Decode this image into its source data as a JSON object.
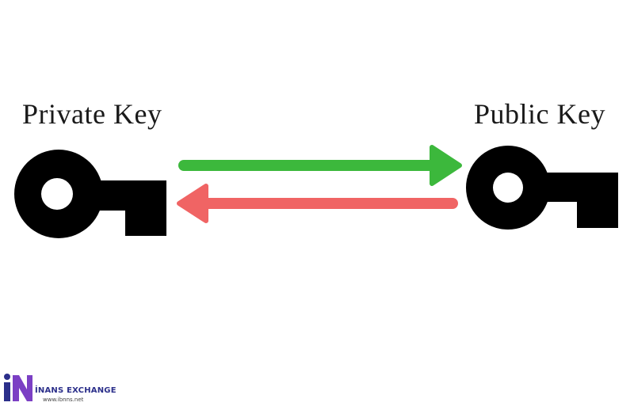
{
  "left_label": "Private Key",
  "right_label": "Public Key",
  "colors": {
    "key": "#000000",
    "arrow_right": "#3cb83c",
    "arrow_left": "#f06464",
    "logo_blue": "#2b2f8a",
    "logo_purple": "#7b3fc4"
  },
  "icons": {
    "left_key": "key-icon",
    "right_key": "key-icon",
    "arrow_right": "arrow-right-icon",
    "arrow_left": "arrow-left-icon"
  },
  "watermark": {
    "name": "İNANS EXCHANGE",
    "url": "www.ibnns.net"
  }
}
